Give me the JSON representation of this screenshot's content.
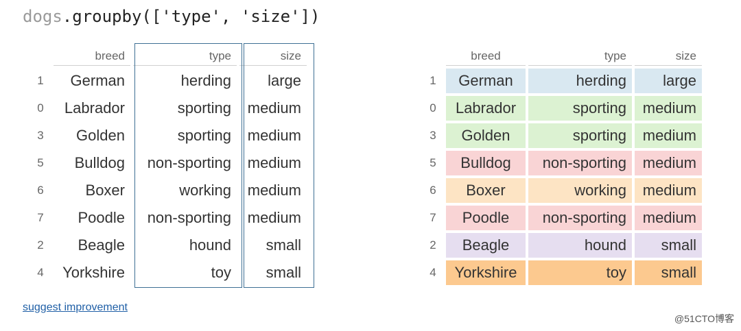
{
  "code": {
    "var": "dogs",
    "rest": ".groupby(['type', 'size'])"
  },
  "headers": {
    "breed": "breed",
    "type": "type",
    "size": "size"
  },
  "left_rows": [
    {
      "idx": "1",
      "breed": "German",
      "type": "herding",
      "size": "large"
    },
    {
      "idx": "0",
      "breed": "Labrador",
      "type": "sporting",
      "size": "medium"
    },
    {
      "idx": "3",
      "breed": "Golden",
      "type": "sporting",
      "size": "medium"
    },
    {
      "idx": "5",
      "breed": "Bulldog",
      "type": "non-sporting",
      "size": "medium"
    },
    {
      "idx": "6",
      "breed": "Boxer",
      "type": "working",
      "size": "medium"
    },
    {
      "idx": "7",
      "breed": "Poodle",
      "type": "non-sporting",
      "size": "medium"
    },
    {
      "idx": "2",
      "breed": "Beagle",
      "type": "hound",
      "size": "small"
    },
    {
      "idx": "4",
      "breed": "Yorkshire",
      "type": "toy",
      "size": "small"
    }
  ],
  "right_rows": [
    {
      "idx": "1",
      "breed": "German",
      "type": "herding",
      "size": "large",
      "color": "#d9e8f1"
    },
    {
      "idx": "0",
      "breed": "Labrador",
      "type": "sporting",
      "size": "medium",
      "color": "#dcf2d2"
    },
    {
      "idx": "3",
      "breed": "Golden",
      "type": "sporting",
      "size": "medium",
      "color": "#dcf2d2"
    },
    {
      "idx": "5",
      "breed": "Bulldog",
      "type": "non-sporting",
      "size": "medium",
      "color": "#f9d4d5"
    },
    {
      "idx": "6",
      "breed": "Boxer",
      "type": "working",
      "size": "medium",
      "color": "#fde4c4"
    },
    {
      "idx": "7",
      "breed": "Poodle",
      "type": "non-sporting",
      "size": "medium",
      "color": "#f9d4d5"
    },
    {
      "idx": "2",
      "breed": "Beagle",
      "type": "hound",
      "size": "small",
      "color": "#e6def0"
    },
    {
      "idx": "4",
      "breed": "Yorkshire",
      "type": "toy",
      "size": "small",
      "color": "#fcc98f"
    }
  ],
  "link": "suggest improvement",
  "watermark": "@51CTO博客"
}
